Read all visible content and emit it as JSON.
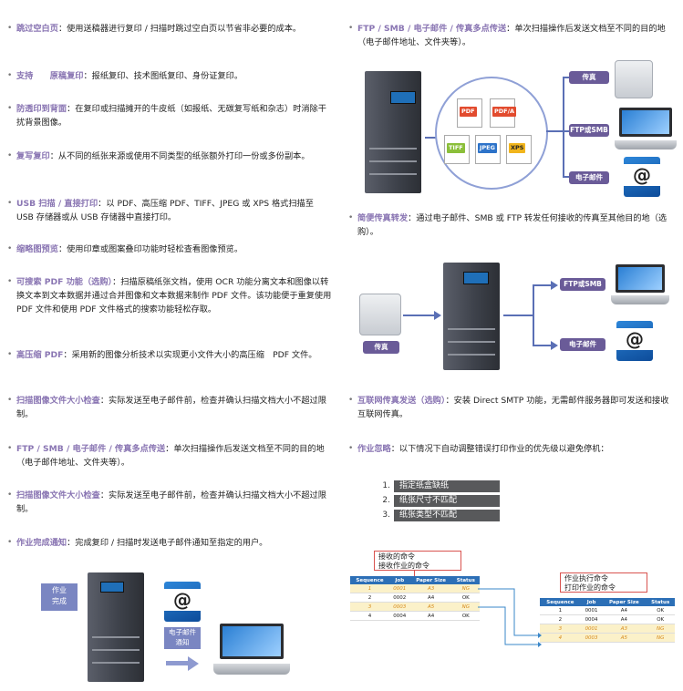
{
  "left_features": [
    {
      "term": "跳过空白页",
      "desc": "：使用送稿器进行复印 / 扫描时跳过空白页以节省非必要的成本。"
    },
    {
      "term": "支持　　原稿复印",
      "desc": "：报纸复印、技术图纸复印、身份证复印。"
    },
    {
      "term": "防透印到背面",
      "desc": "：在复印或扫描摊开的牛皮纸（如报纸、无碳复写纸和杂志）时消除干扰背景图像。"
    },
    {
      "term": "复写复印",
      "desc": "：从不同的纸张来源或使用不同类型的纸张额外打印一份或多份副本。"
    },
    {
      "term": "USB 扫描 / 直接打印",
      "desc": "：以 PDF、高压缩 PDF、TIFF、JPEG 或 XPS 格式扫描至 USB 存储器或从 USB 存储器中直接打印。"
    },
    {
      "term": "缩略图预览",
      "desc": "：使用印章或图案叠印功能时轻松查看图像预览。"
    },
    {
      "term": "可搜索 PDF 功能（选购）",
      "desc": "：扫描原稿纸张文档，使用 OCR 功能分离文本和图像以转换文本到文本数据并通过合并图像和文本数据来制作 PDF 文件。该功能便于重复使用 PDF 文件和使用 PDF 文件格式的搜索功能轻松存取。"
    },
    {
      "term": "高压缩 PDF",
      "desc": "：采用新的图像分析技术以实现更小文件大小的高压缩　PDF 文件。"
    },
    {
      "term": "扫描图像文件大小检查",
      "desc": "：实际发送至电子邮件前，检查并确认扫描文档大小不超过限制。"
    },
    {
      "term": "FTP / SMB / 电子邮件 / 传真多点传送",
      "desc": "：单次扫描操作后发送文档至不同的目的地（电子邮件地址、文件夹等）。"
    },
    {
      "term": "扫描图像文件大小检查",
      "desc": "：实际发送至电子邮件前，检查并确认扫描文档大小不超过限制。"
    },
    {
      "term": "作业完成通知",
      "desc": "：完成复印 / 扫描时发送电子邮件通知至指定的用户。"
    }
  ],
  "right_features": [
    {
      "term": "FTP / SMB / 电子邮件 / 传真多点传送",
      "desc": "：单次扫描操作后发送文档至不同的目的地（电子邮件地址、文件夹等）。"
    },
    {
      "term": "简便传真转发",
      "desc": "：通过电子邮件、SMB 或 FTP 转发任何接收的传真至其他目的地（选购）。"
    },
    {
      "term": "互联网传真发送（选购）",
      "desc": "：安装 Direct SMTP 功能，无需邮件服务器即可发送和接收互联网传真。"
    },
    {
      "term": "作业忽略",
      "desc": "：以下情况下自动调整错误打印作业的优先级以避免停机："
    }
  ],
  "multicast_diagram": {
    "file_formats": [
      "PDF",
      "PDF/A",
      "TIFF",
      "JPEG",
      "XPS"
    ],
    "targets": [
      "传真",
      "FTP或SMB",
      "电子邮件"
    ]
  },
  "fax_forward_diagram": {
    "source": "传真",
    "targets": [
      "FTP或SMB",
      "电子邮件"
    ]
  },
  "job_skip_conditions": [
    "指定纸盒缺纸",
    "纸张尺寸不匹配",
    "纸张类型不匹配"
  ],
  "job_tables": {
    "received_caption": [
      "接收的命令",
      "接收作业的命令"
    ],
    "executed_caption": [
      "作业执行命令",
      "打印作业的命令"
    ],
    "headers": [
      "Sequence",
      "Job",
      "Paper Size",
      "Status"
    ],
    "received_rows": [
      [
        "1",
        "0001",
        "A3",
        "NG"
      ],
      [
        "2",
        "0002",
        "A4",
        "OK"
      ],
      [
        "3",
        "0003",
        "A5",
        "NG"
      ],
      [
        "4",
        "0004",
        "A4",
        "OK"
      ]
    ],
    "executed_rows": [
      [
        "1",
        "0001",
        "A4",
        "OK"
      ],
      [
        "2",
        "0004",
        "A4",
        "OK"
      ],
      [
        "3",
        "0001",
        "A3",
        "NG"
      ],
      [
        "4",
        "0003",
        "A5",
        "NG"
      ]
    ]
  },
  "completion_diagram": {
    "job_label": "作业\n完成",
    "mail_label": "电子邮件\n通知"
  },
  "colors": {
    "accent": "#8a76b3",
    "pill": "#6a5b98",
    "arrow": "#5a6fb5",
    "table_header": "#2c6fb6"
  }
}
